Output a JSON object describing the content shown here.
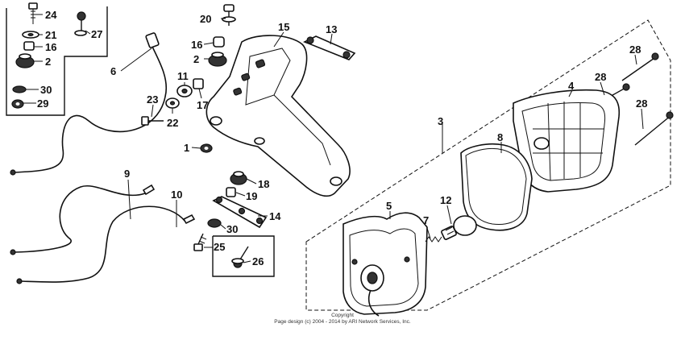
{
  "callouts": {
    "c1": "1",
    "c2a": "2",
    "c2b": "2",
    "c3": "3",
    "c4": "4",
    "c5": "5",
    "c6": "6",
    "c7": "7",
    "c8": "8",
    "c9": "9",
    "c10": "10",
    "c11": "11",
    "c12": "12",
    "c13": "13",
    "c14": "14",
    "c15": "15",
    "c16a": "16",
    "c16b": "16",
    "c17": "17",
    "c18": "18",
    "c19": "19",
    "c20": "20",
    "c21": "21",
    "c22": "22",
    "c23": "23",
    "c24": "24",
    "c25": "25",
    "c26": "26",
    "c27": "27",
    "c28a": "28",
    "c28b": "28",
    "c28c": "28",
    "c29": "29",
    "c30a": "30",
    "c30b": "30"
  },
  "footer": {
    "copyright_line1": "Copyright",
    "copyright_line2": "Page design (c) 2004 - 2014 by ARI Network Services, Inc."
  }
}
